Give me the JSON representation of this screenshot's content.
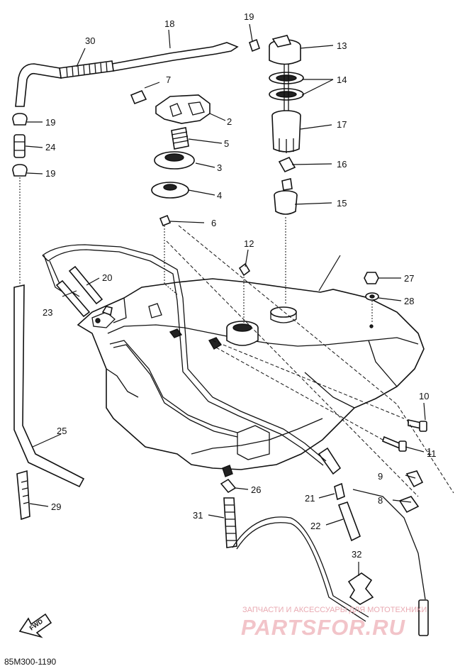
{
  "diagram": {
    "drawing_code": "85M300-1190",
    "forward_marker": "FWD",
    "watermark": {
      "caption": "ЗАПЧАСТИ И АКСЕССУАРЫ ДЛЯ МОТОТЕХНИКИ",
      "logo": "PARTSFOR.RU"
    },
    "callouts": [
      {
        "id": "c1",
        "text": "1"
      },
      {
        "id": "c2",
        "text": "2"
      },
      {
        "id": "c3",
        "text": "3"
      },
      {
        "id": "c4",
        "text": "4"
      },
      {
        "id": "c5",
        "text": "5"
      },
      {
        "id": "c6",
        "text": "6"
      },
      {
        "id": "c7",
        "text": "7"
      },
      {
        "id": "c8",
        "text": "8"
      },
      {
        "id": "c9",
        "text": "9"
      },
      {
        "id": "c10",
        "text": "10"
      },
      {
        "id": "c11",
        "text": "11"
      },
      {
        "id": "c12",
        "text": "12"
      },
      {
        "id": "c13",
        "text": "13"
      },
      {
        "id": "c14",
        "text": "14"
      },
      {
        "id": "c15",
        "text": "15"
      },
      {
        "id": "c16",
        "text": "16"
      },
      {
        "id": "c17",
        "text": "17"
      },
      {
        "id": "c18",
        "text": "18"
      },
      {
        "id": "c19a",
        "text": "19"
      },
      {
        "id": "c19b",
        "text": "19"
      },
      {
        "id": "c19c",
        "text": "19"
      },
      {
        "id": "c20",
        "text": "20"
      },
      {
        "id": "c21",
        "text": "21"
      },
      {
        "id": "c22",
        "text": "22"
      },
      {
        "id": "c23",
        "text": "23"
      },
      {
        "id": "c24",
        "text": "24"
      },
      {
        "id": "c25",
        "text": "25"
      },
      {
        "id": "c26",
        "text": "26"
      },
      {
        "id": "c27",
        "text": "27"
      },
      {
        "id": "c28",
        "text": "28"
      },
      {
        "id": "c29",
        "text": "29"
      },
      {
        "id": "c30",
        "text": "30"
      },
      {
        "id": "c31",
        "text": "31"
      },
      {
        "id": "c32",
        "text": "32"
      }
    ]
  }
}
